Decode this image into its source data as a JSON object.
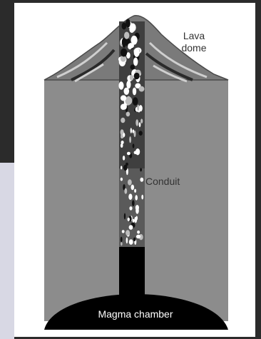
{
  "labels": {
    "lava_dome_line1": "Lava",
    "lava_dome_line2": "dome",
    "conduit": "Conduit",
    "magma_chamber": "Magma chamber"
  },
  "colors": {
    "background": "#ffffff",
    "crust": "#8c8c8c",
    "dome": "#7a7a7a",
    "conduit_upper": "#3a3a3a",
    "conduit_lower": "#5a5a5a",
    "magma": "#000000",
    "dark_left_panel": "#2b2b2b"
  }
}
